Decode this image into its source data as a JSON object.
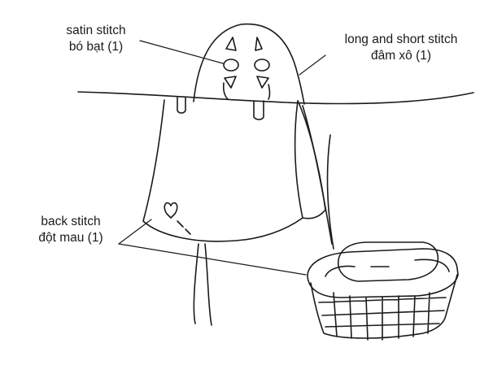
{
  "labels": {
    "satin": {
      "line1": "satin stitch",
      "line2": "bó bạt (1)"
    },
    "long_short": {
      "line1": "long and short stitch",
      "line2": "đâm xô (1)"
    },
    "back": {
      "line1": "back stitch",
      "line2": "đột mau (1)"
    }
  },
  "colors": {
    "stroke": "#1a1a1a",
    "background": "#ffffff"
  },
  "icons": [
    "no-face-figure",
    "towel",
    "clothesline",
    "laundry-basket",
    "heart-embroidery"
  ]
}
